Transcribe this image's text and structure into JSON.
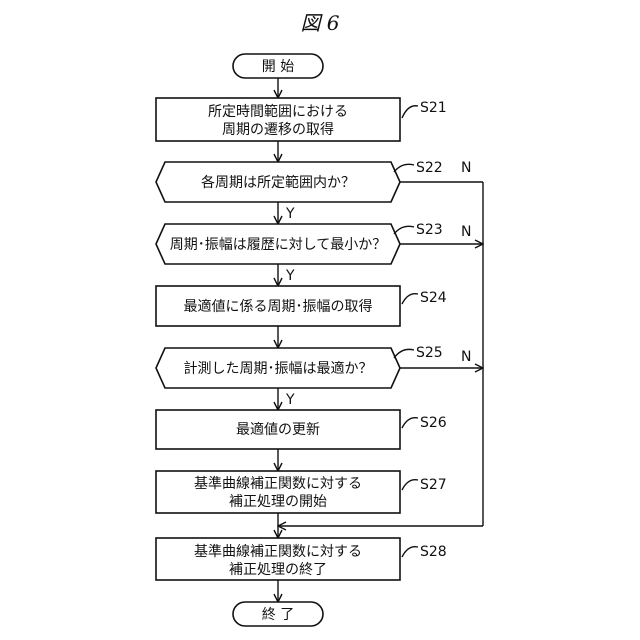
{
  "figure_title": "図 6",
  "start": "開 始",
  "end": "終 了",
  "steps": {
    "s21": {
      "id": "S21",
      "lines": [
        "所定時間範囲における",
        "周期の遷移の取得"
      ]
    },
    "s22": {
      "id": "S22",
      "lines": [
        "各周期は所定範囲内か？"
      ]
    },
    "s23": {
      "id": "S23",
      "lines": [
        "周期･振幅は履歴に対して最小か？"
      ]
    },
    "s24": {
      "id": "S24",
      "lines": [
        "最適値に係る周期･振幅の取得"
      ]
    },
    "s25": {
      "id": "S25",
      "lines": [
        "計測した周期･振幅は最適か？"
      ]
    },
    "s26": {
      "id": "S26",
      "lines": [
        "最適値の更新"
      ]
    },
    "s27": {
      "id": "S27",
      "lines": [
        "基準曲線補正関数に対する",
        "補正処理の開始"
      ]
    },
    "s28": {
      "id": "S28",
      "lines": [
        "基準曲線補正関数に対する",
        "補正処理の終了"
      ]
    }
  },
  "branch_labels": {
    "yes": "Y",
    "no": "N"
  }
}
